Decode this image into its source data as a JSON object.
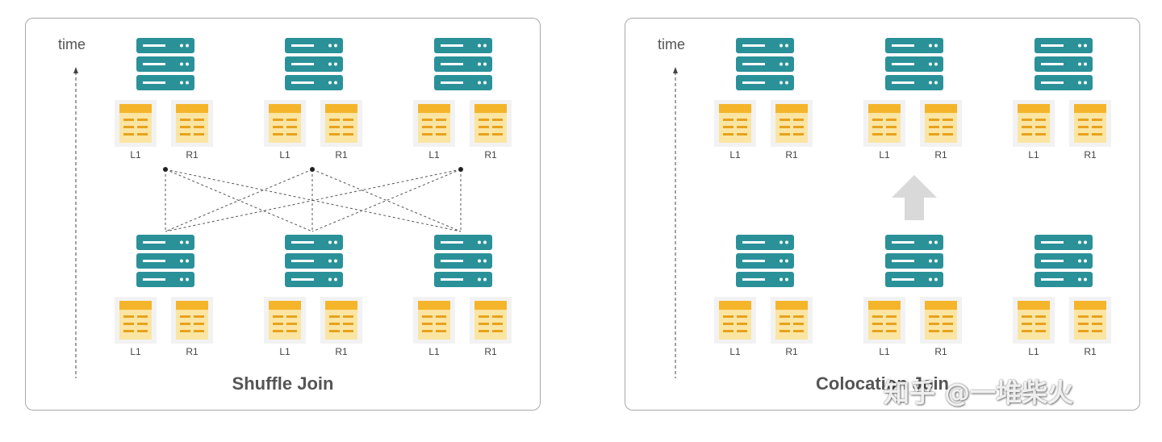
{
  "panels": [
    {
      "title": "Shuffle Join",
      "time_label": "time",
      "table_left": "L1",
      "table_right": "R1"
    },
    {
      "title": "Colocation Join",
      "time_label": "time",
      "table_left": "L1",
      "table_right": "R1"
    }
  ],
  "watermark": "知乎 @一堆柴火",
  "colors": {
    "server": "#2a9199",
    "table_header": "#f5b52a",
    "table_body": "#fbe5a3",
    "table_tile": "#f2f2f2",
    "border": "#a9a9a9",
    "arrow": "#d9d9d9"
  },
  "icons": [
    "server-icon",
    "table-icon",
    "up-arrow-icon",
    "time-arrow-icon"
  ]
}
